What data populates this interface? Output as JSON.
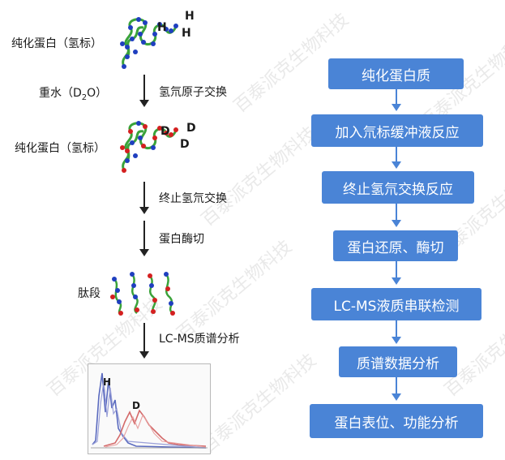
{
  "left": {
    "protein_h_label": "纯化蛋白（氢标）",
    "heavy_water_label": "重水（D",
    "heavy_water_sub": "2",
    "heavy_water_tail": "O）",
    "exchange_label": "氢氘原子交换",
    "protein_d_label": "纯化蛋白（氢标）",
    "stop_label": "终止氢氘交换",
    "digest_label": "蛋白酶切",
    "peptide_label": "肽段",
    "ms_label": "LC-MS质谱分析",
    "h_marks": [
      "H",
      "H",
      "H"
    ],
    "d_marks": [
      "D",
      "D",
      "D"
    ],
    "spectrum_h": "H",
    "spectrum_d": "D"
  },
  "flow": {
    "steps": [
      "纯化蛋白质",
      "加入氘标缓冲液反应",
      "终止氢氘交换反应",
      "蛋白还原、酶切",
      "LC-MS液质串联检测",
      "质谱数据分析",
      "蛋白表位、功能分析"
    ]
  },
  "watermark": "百泰派克生物科技",
  "colors": {
    "flow_box": "#4a84d6",
    "h_dot": "#1f3fbf",
    "d_dot": "#d42020",
    "chain": "#3aa33a"
  }
}
